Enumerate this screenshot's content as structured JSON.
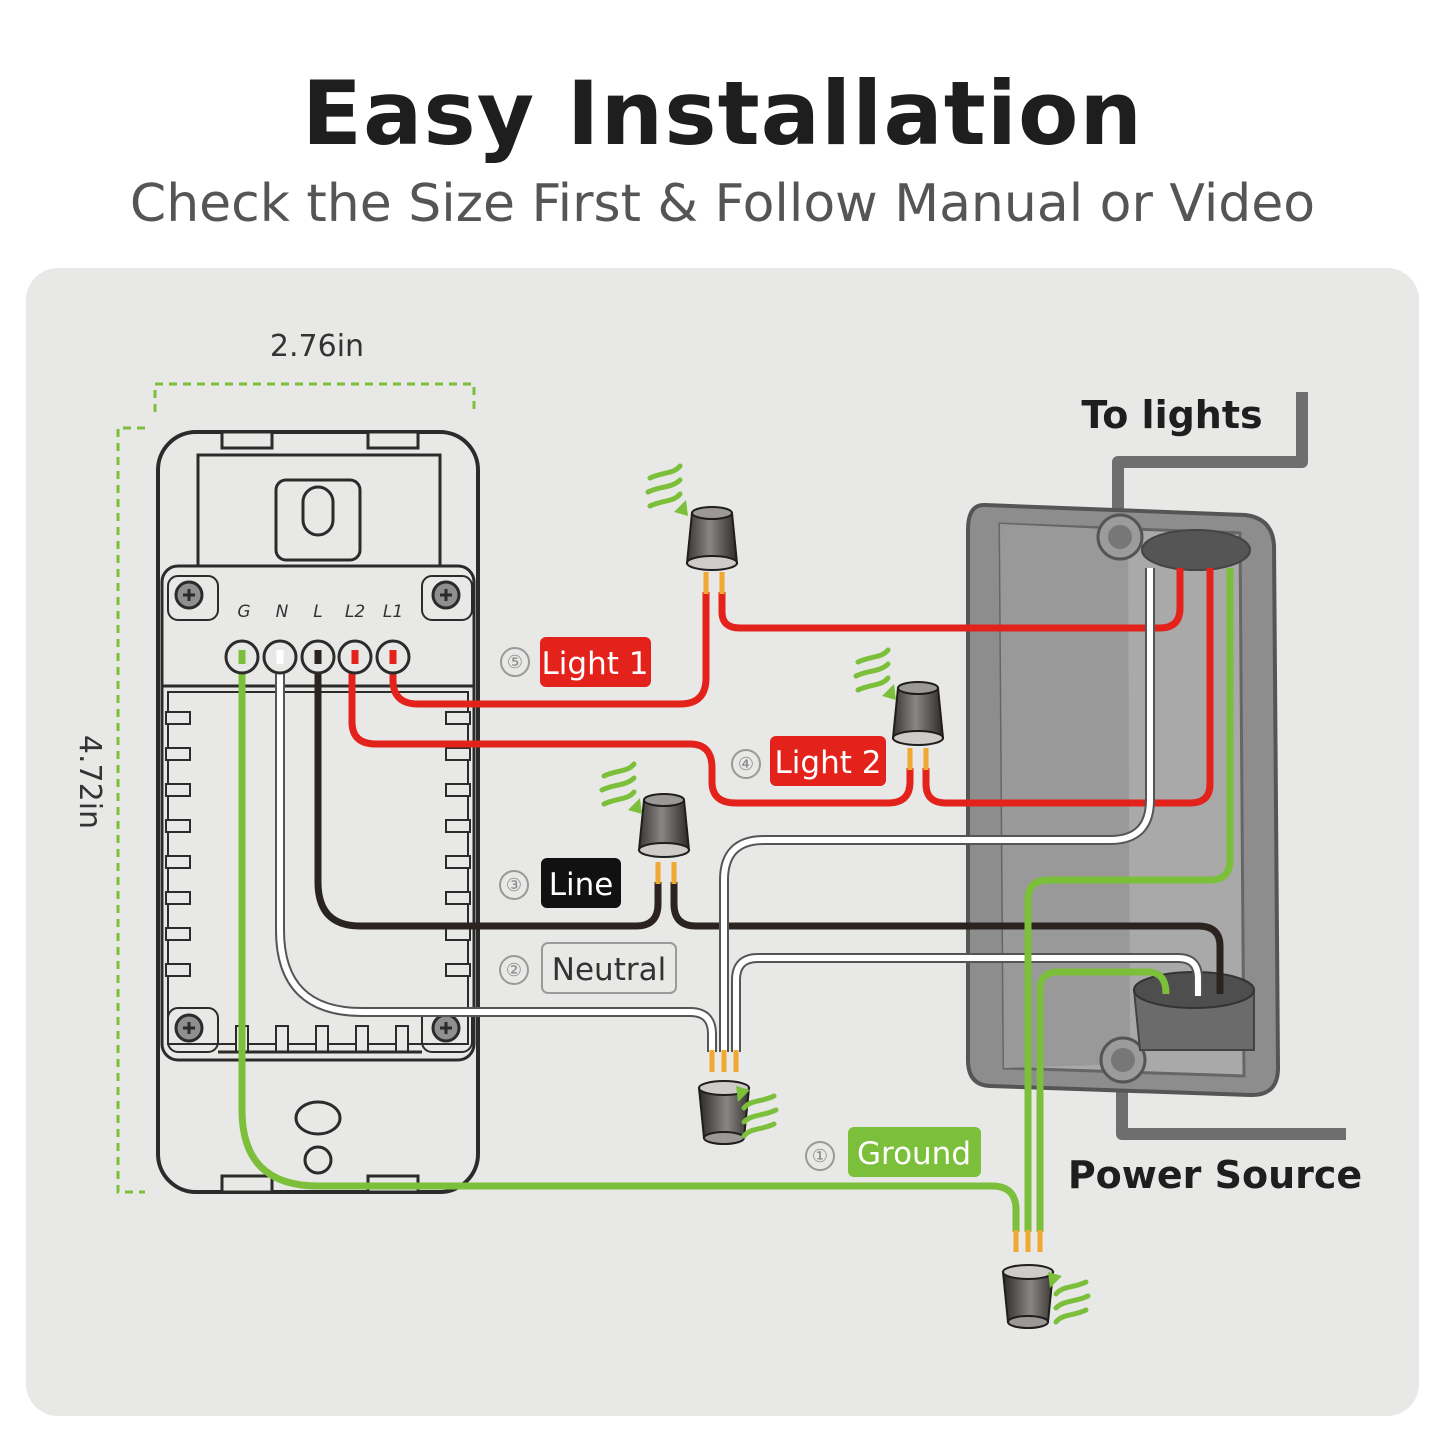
{
  "header": {
    "title": "Easy Installation",
    "subtitle": "Check the Size First & Follow Manual or Video"
  },
  "dimensions": {
    "width_label": "2.76in",
    "height_label": "4.72in"
  },
  "terminals": [
    "G",
    "N",
    "L",
    "L2",
    "L1"
  ],
  "steps": [
    {
      "number": "①",
      "label": "Ground"
    },
    {
      "number": "②",
      "label": "Neutral"
    },
    {
      "number": "③",
      "label": "Line"
    },
    {
      "number": "④",
      "label": "Light 2"
    },
    {
      "number": "⑤",
      "label": "Light 1"
    }
  ],
  "box_labels": {
    "to_lights": "To lights",
    "power_source": "Power Source"
  },
  "colors": {
    "panel_bg": "#e8e8e6",
    "ground_green": "#7bbf3a",
    "light_red": "#e3221c",
    "line_black": "#2b2320",
    "neutral_white": "#ffffff",
    "conduit_gray": "#6e6e6e",
    "dimension_green": "#7bbf3a"
  }
}
